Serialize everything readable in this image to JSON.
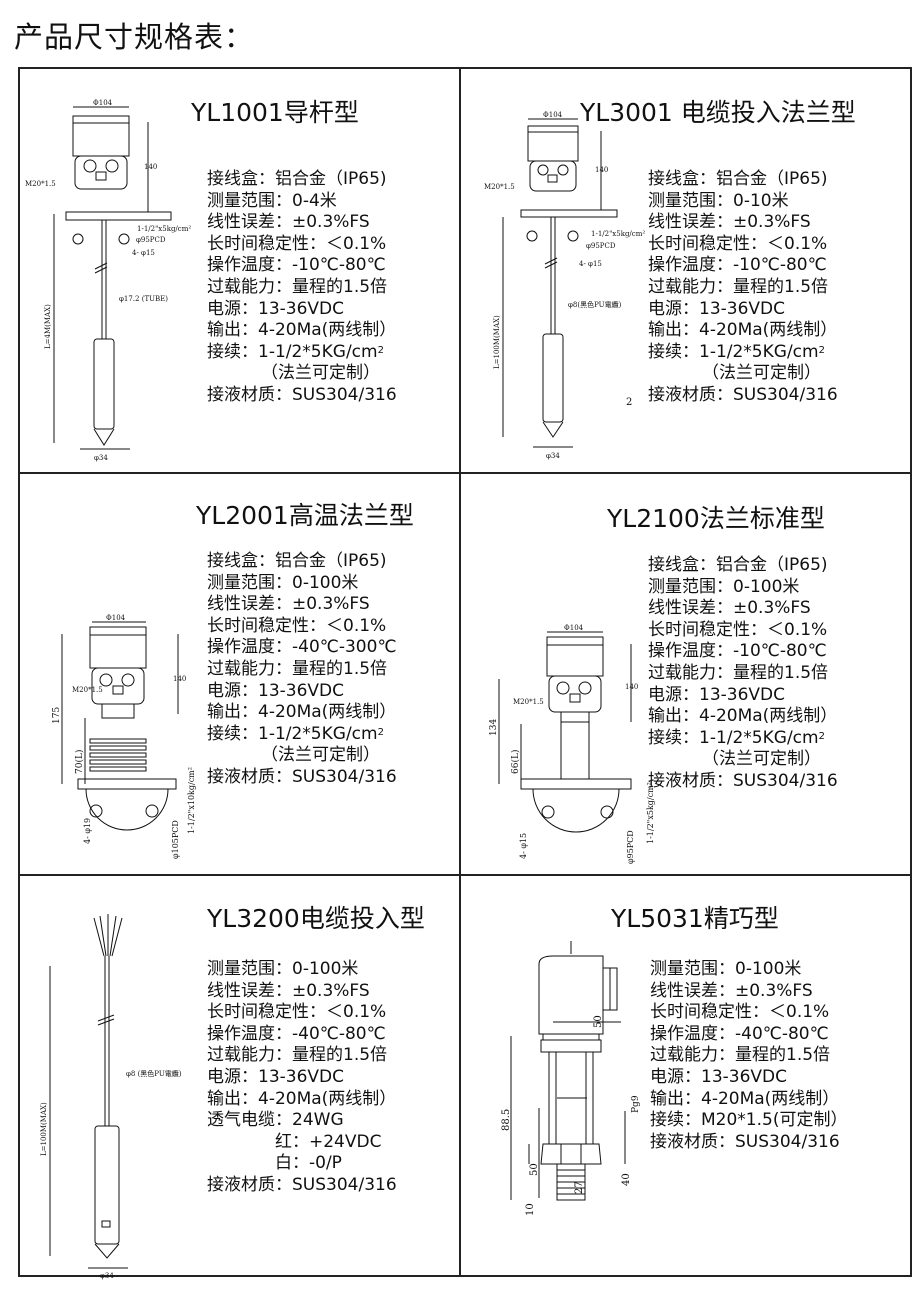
{
  "page": {
    "title": "产品尺寸规格表："
  },
  "products": [
    {
      "model": "YL1001导杆型",
      "specs": [
        "接线盒：铝合金（IP65)",
        "测量范围：0-4米",
        "线性误差：±0.3%FS",
        "长时间稳定性：＜0.1%",
        "操作温度：-10℃-80℃",
        "过载能力：量程的1.5倍",
        "电源：13-36VDC",
        "输出：4-20Ma(两线制）",
        "接续：1-1/2*5KG/cm",
        "（法兰可定制）",
        "接液材质：SUS304/316"
      ],
      "conn_sup": "2",
      "dims": {
        "d_top": "Φ104",
        "h_head": "140",
        "thread": "M20*1.5",
        "flange": "1-1/2\"x5kg/cm²",
        "pcd": "φ95PCD",
        "holes": "4- φ15",
        "tube": "φ17.2 (TUBE)",
        "length": "L=4M(MAX)",
        "d_bottom": "φ34"
      }
    },
    {
      "model": "YL3001 电缆投入法兰型",
      "specs": [
        "接线盒：铝合金（IP65)",
        "测量范围：0-10米",
        "线性误差：±0.3%FS",
        "长时间稳定性：＜0.1%",
        "操作温度：-10℃-80℃",
        "过载能力：量程的1.5倍",
        "电源：13-36VDC",
        "输出：4-20Ma(两线制）",
        "接续：1-1/2*5KG/cm",
        "（法兰可定制）",
        "接液材质：SUS304/316"
      ],
      "conn_sup": "2",
      "stray": "2",
      "dims": {
        "d_top": "Φ104",
        "h_head": "140",
        "thread": "M20*1.5",
        "flange": "1-1/2\"x5kg/cm²",
        "pcd": "φ95PCD",
        "holes": "4- φ15",
        "cable": "φ8(黑色PU電纜)",
        "length": "L=100M(MAX)",
        "d_bottom": "φ34"
      }
    },
    {
      "model": "YL2001高温法兰型",
      "specs": [
        "接线盒：铝合金（IP65)",
        "测量范围：0-100米",
        "线性误差：±0.3%FS",
        "长时间稳定性：＜0.1%",
        "操作温度：-40℃-300℃",
        "过载能力：量程的1.5倍",
        "电源：13-36VDC",
        "输出：4-20Ma(两线制）",
        "接续：1-1/2*5KG/cm",
        "（法兰可定制）",
        "接液材质：SUS304/316"
      ],
      "conn_sup": "2",
      "dims": {
        "d_top": "Φ104",
        "h_head": "140",
        "thread": "M20*1.5",
        "h_total": "175",
        "h_l": "70(L)",
        "flange": "1-1/2\"x10kg/cm²",
        "pcd": "φ105PCD",
        "holes": "4- φ19"
      }
    },
    {
      "model": "YL2100法兰标准型",
      "specs": [
        "接线盒：铝合金（IP65)",
        "测量范围：0-100米",
        "线性误差：±0.3%FS",
        "长时间稳定性：＜0.1%",
        "操作温度：-10℃-80℃",
        "过载能力：量程的1.5倍",
        "电源：13-36VDC",
        "输出：4-20Ma(两线制）",
        "接续：1-1/2*5KG/cm",
        "（法兰可定制）",
        "接液材质：SUS304/316"
      ],
      "conn_sup": "2",
      "dims": {
        "d_top": "Φ104",
        "h_head": "140",
        "thread": "M20*1.5",
        "h_total": "134",
        "h_l": "66(L)",
        "flange": "1-1/2\"x5kg/cm²",
        "pcd": "φ95PCD",
        "holes": "4- φ15"
      }
    },
    {
      "model": "YL3200电缆投入型",
      "specs": [
        "测量范围：0-100米",
        "线性误差：±0.3%FS",
        "长时间稳定性：＜0.1%",
        "操作温度：-40℃-80℃",
        "过载能力：量程的1.5倍",
        "电源：13-36VDC",
        "输出：4-20Ma(两线制）",
        "透气电缆：24WG",
        "红：+24VDC",
        "白：-0/P",
        "接液材质：SUS304/316"
      ],
      "dims": {
        "cable": "φ8 (黑色PU電纜)",
        "length": "L=100M(MAX)",
        "d_bottom": "φ34"
      }
    },
    {
      "model": "YL5031精巧型",
      "specs": [
        "测量范围：0-100米",
        "线性误差：±0.3%FS",
        "长时间稳定性：＜0.1%",
        "操作温度：-40℃-80℃",
        "过载能力：量程的1.5倍",
        "电源：13-36VDC",
        "输出：4-20Ma(两线制）",
        "接续：M20*1.5(可定制）",
        "接液材质：SUS304/316"
      ],
      "dims": {
        "w_top": "50",
        "h_total": "88.5",
        "h_body": "50",
        "w_body": "27",
        "h_lower": "40",
        "h_hex": "10",
        "thread": "Pg9"
      }
    }
  ]
}
